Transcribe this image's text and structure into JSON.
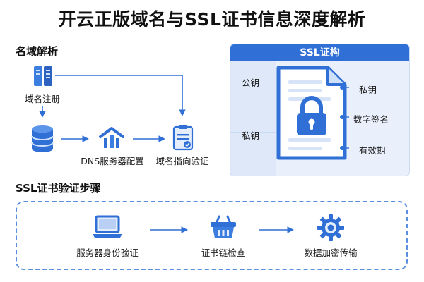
{
  "title": "开云正版域名与SSL证书信息深度解析",
  "domain_section": {
    "title": "名域解析",
    "registration_label": "域名注册",
    "dns_label": "DNS服务器配置",
    "verify_label": "域名指向验证"
  },
  "ssl_section": {
    "header": "SSL证构",
    "public_key": "公钥",
    "private_key_left": "私钥",
    "private_key_right": "私钥",
    "digital_signature": "数字签名",
    "validity": "有效期"
  },
  "steps_section": {
    "title": "SSL证书验证步骤",
    "steps": [
      {
        "label": "服务器身份验证",
        "icon": "laptop-icon"
      },
      {
        "label": "证书链检查",
        "icon": "basket-icon"
      },
      {
        "label": "数据加密传输",
        "icon": "gear-icon"
      }
    ]
  },
  "colors": {
    "primary": "#2f6fd6",
    "light_bg": "#e9f0fb",
    "dashed_border": "#5a8fe0"
  }
}
